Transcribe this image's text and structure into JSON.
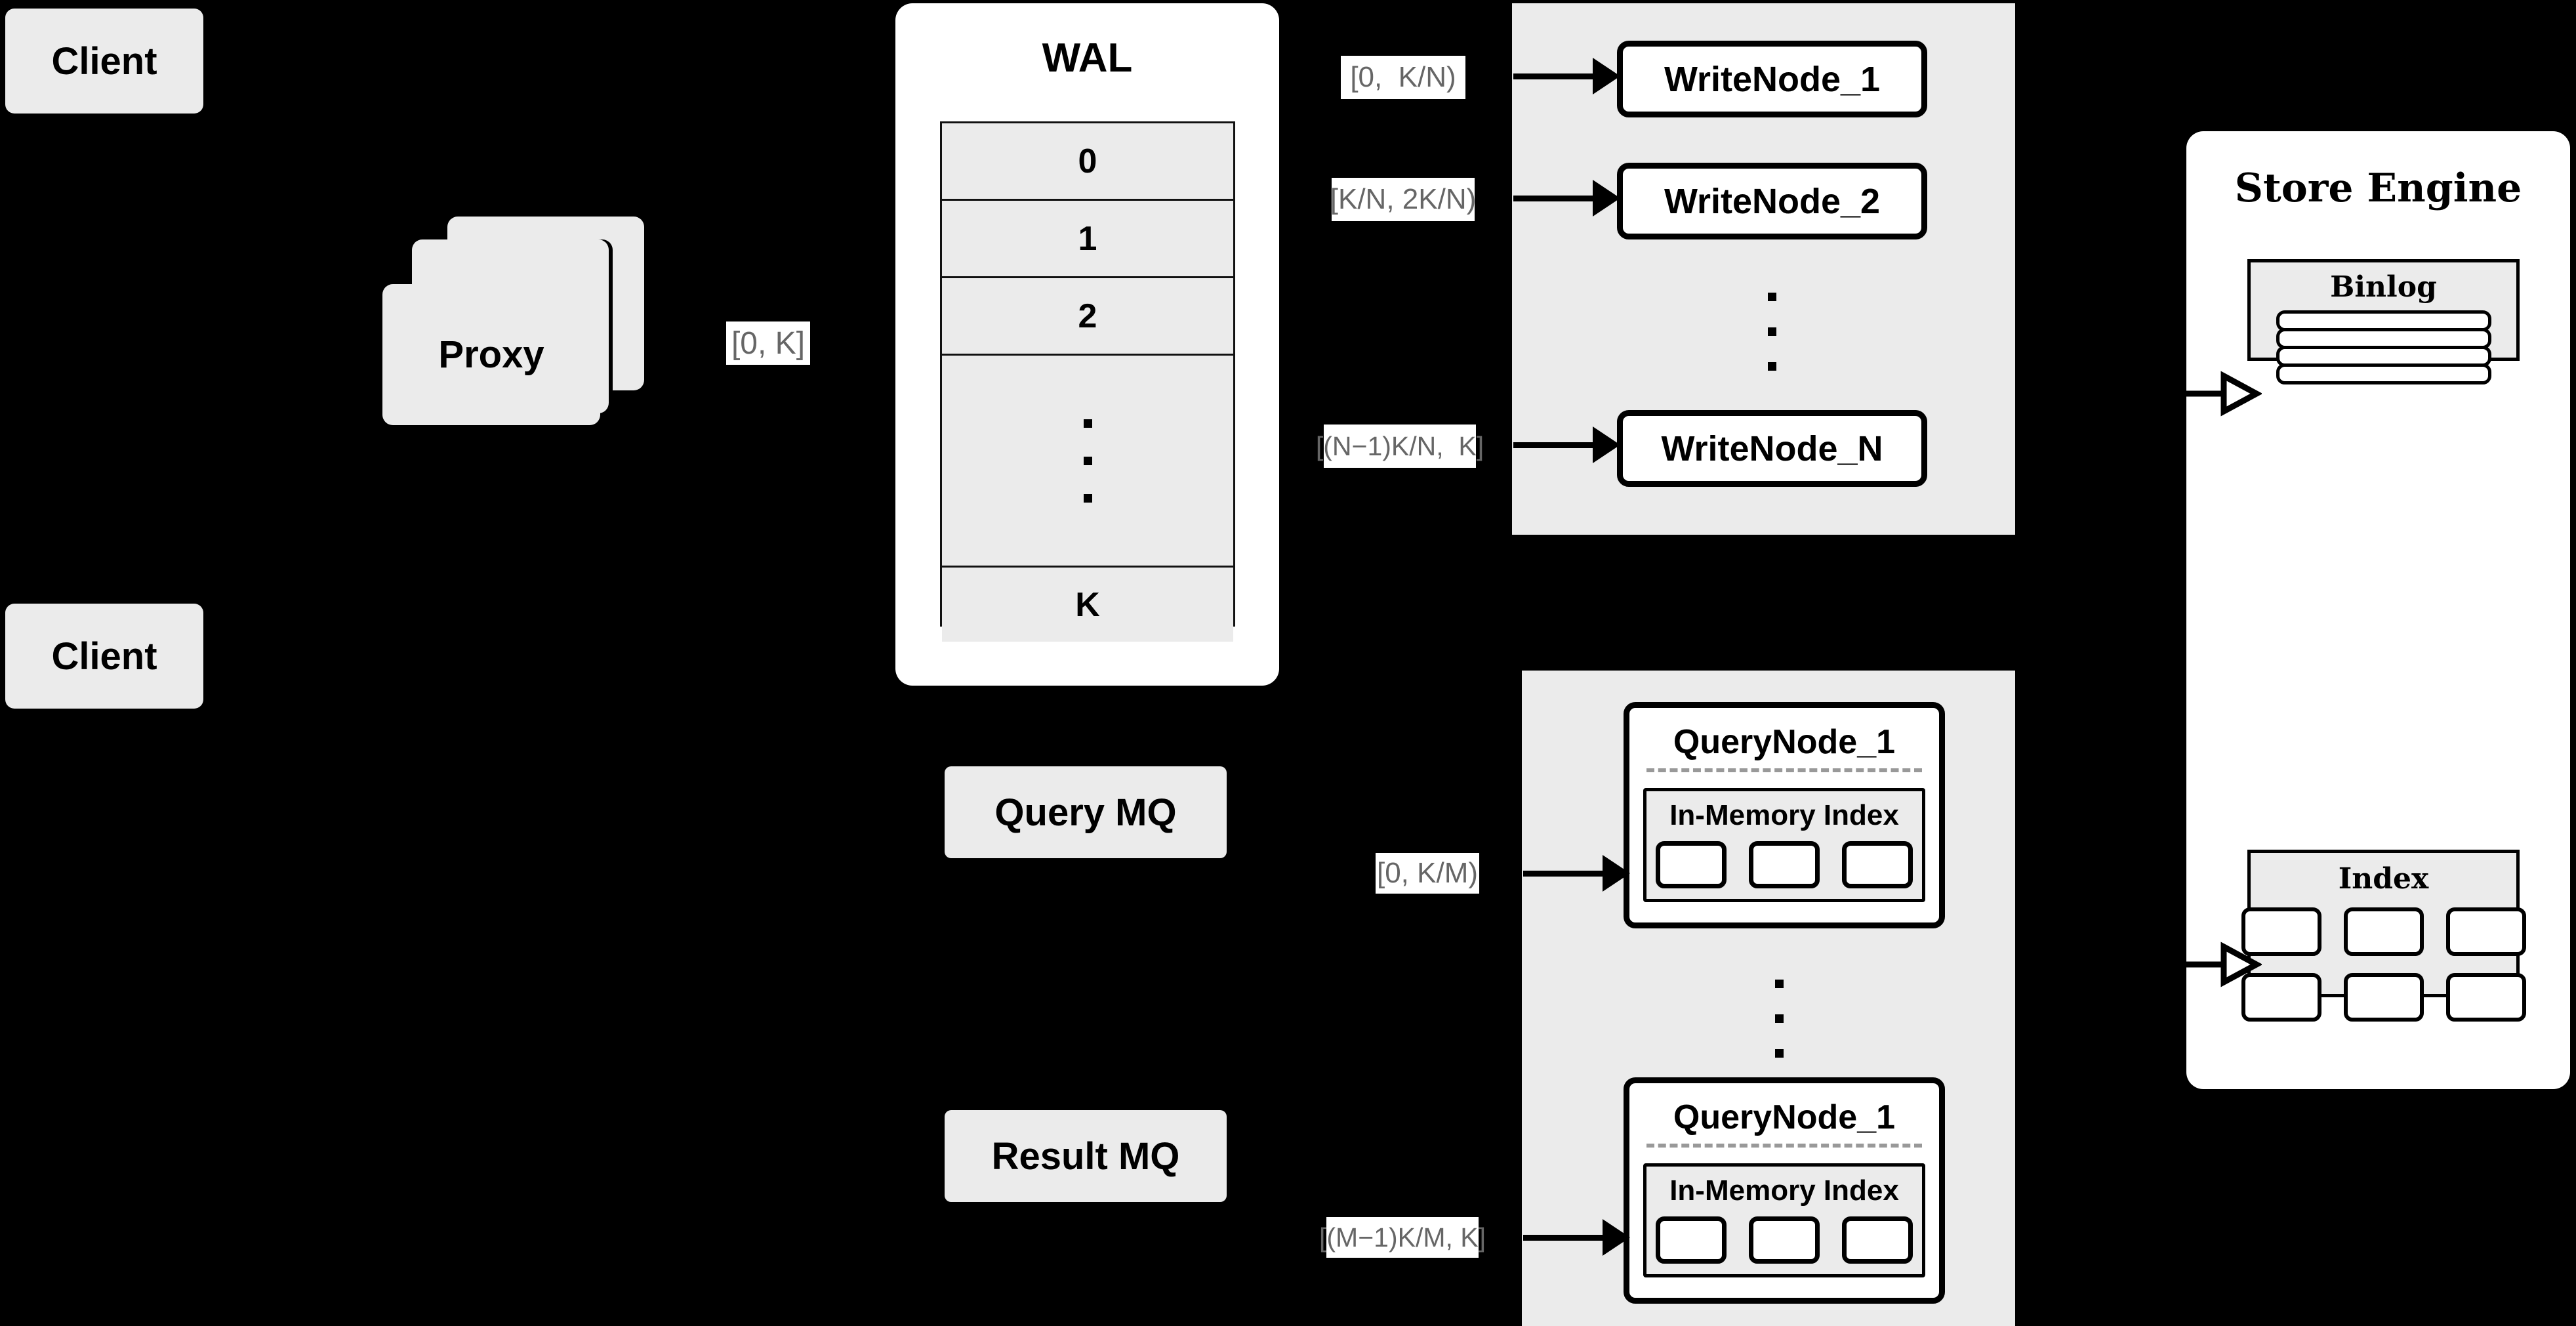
{
  "diagram": {
    "title": "Distributed write/query architecture",
    "colors": {
      "background": "#000000",
      "node_gray": "#ebebeb",
      "node_white": "#ffffff",
      "stroke": "#000000",
      "label_text": "#666666",
      "dashed_separator": "#999999"
    }
  },
  "clients": [
    {
      "label": "Client"
    },
    {
      "label": "Client"
    }
  ],
  "proxy": {
    "label": "Proxy",
    "stack_count": 3
  },
  "edge_labels": {
    "proxy_to_wal": "[0, K]",
    "write_1": "[0,  K/N)",
    "write_2": "[K/N, 2K/N)",
    "write_n": "[(N−1)K/N,  K]",
    "query_1": "[0, K/M)",
    "query_m": "[(M−1)K/M, K]"
  },
  "wal": {
    "title": "WAL",
    "cells": [
      "0",
      "1",
      "2",
      "K"
    ],
    "ellipsis_dots": 3
  },
  "message_queues": [
    {
      "label": "Query MQ"
    },
    {
      "label": "Result MQ"
    }
  ],
  "write_cluster": {
    "nodes": [
      {
        "label": "WriteNode_1"
      },
      {
        "label": "WriteNode_2"
      },
      {
        "label": "WriteNode_N"
      }
    ],
    "ellipsis_dots": 3
  },
  "query_cluster": {
    "nodes": [
      {
        "label": "QueryNode_1",
        "index_title": "In-Memory Index",
        "index_cells": 3
      },
      {
        "label": "QueryNode_1",
        "index_title": "In-Memory Index",
        "index_cells": 3
      }
    ],
    "ellipsis_dots": 3
  },
  "store_engine": {
    "title": "Store Engine",
    "binlog": {
      "title": "Binlog",
      "bars": 4
    },
    "index": {
      "title": "Index",
      "rows": 2,
      "cols": 3
    }
  }
}
